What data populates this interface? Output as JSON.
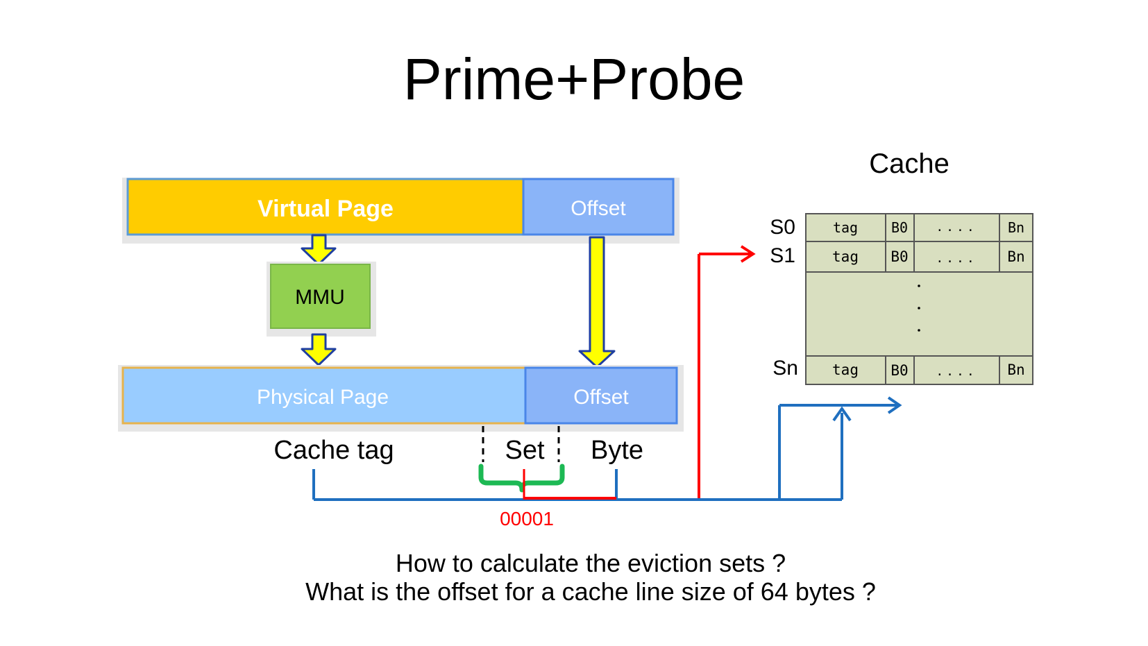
{
  "slide": {
    "title": "Prime+Probe",
    "questions": [
      "How to calculate the eviction sets ?",
      "What is the offset for a cache line size of 64 bytes ?"
    ]
  },
  "address_translation": {
    "virtual_page_label": "Virtual Page",
    "virtual_offset_label": "Offset",
    "mmu_label": "MMU",
    "physical_page_label": "Physical Page",
    "physical_offset_label": "Offset",
    "field_labels": {
      "cache_tag": "Cache tag",
      "set": "Set",
      "byte": "Byte"
    },
    "set_value": "00001"
  },
  "cache": {
    "title": "Cache",
    "rows": [
      {
        "set": "S0",
        "tag": "tag",
        "first_block": "B0",
        "ellipsis": "....",
        "last_block": "Bn"
      },
      {
        "set": "S1",
        "tag": "tag",
        "first_block": "B0",
        "ellipsis": "....",
        "last_block": "Bn"
      },
      {
        "set": "Sn",
        "tag": "tag",
        "first_block": "B0",
        "ellipsis": "....",
        "last_block": "Bn"
      }
    ]
  },
  "colors": {
    "virtual_page": "#FFCC00",
    "offset_box": "#8AB4F8",
    "physical_page": "#99CCFF",
    "mmu": "#92D050",
    "arrow_fill": "#FFFF00",
    "arrow_outline": "#1F3FA0",
    "blue_line": "#1F6FBF",
    "red_line": "#FF0000",
    "green_brace": "#1DB954",
    "cache_fill": "#D9DFC0"
  }
}
